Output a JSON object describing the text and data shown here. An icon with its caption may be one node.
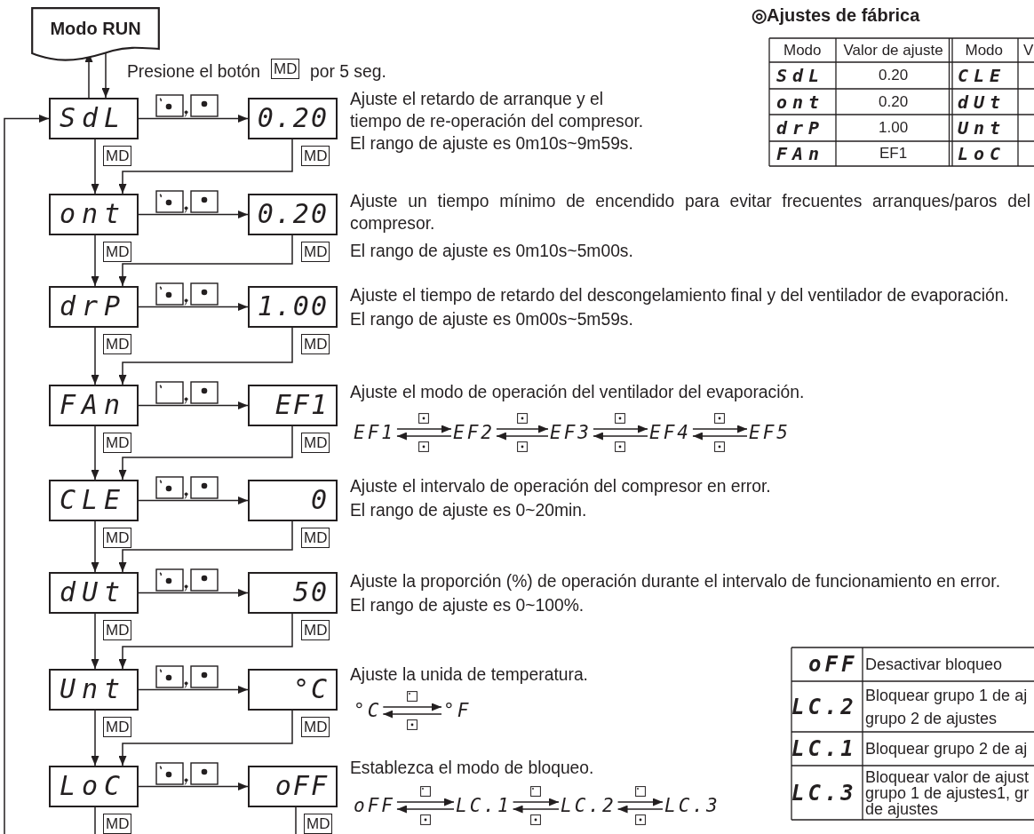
{
  "diagram": {
    "nodes": [
      {
        "text": [
          "Modo RUN"
        ]
      },
      {
        "text": [
          "SdL"
        ]
      },
      {
        "text": [
          "0.20"
        ],
        "beside": [
          "Ajuste el retardo de arranque y el tiempo de re-operación del compresor.",
          "El rango de ajuste es 0m10s~9m59s."
        ]
      },
      {
        "text": [
          "ont"
        ]
      },
      {
        "text": [
          "0.20"
        ],
        "beside": [
          "Ajuste un tiempo mínimo de encendido para evitar frecuentes arranques/paros del compresor.",
          "El rango de ajuste es 0m10s~5m00s."
        ]
      },
      {
        "text": [
          "drP"
        ]
      },
      {
        "text": [
          "1.00"
        ],
        "beside": [
          "Ajuste el tiempo de retardo del descongelamiento final y del ventilador de evaporación.",
          "El rango de ajuste es 0m00s~5m59s."
        ]
      },
      {
        "text": [
          "FAn"
        ]
      },
      {
        "text": [
          "EF1"
        ],
        "beside": [
          "Ajuste el modo de operación del ventilador del evaporación."
        ]
      },
      {
        "text": [
          "CLE"
        ]
      },
      {
        "text": [
          "0"
        ],
        "beside": [
          "Ajuste el intervalo de operación del compresor en error.",
          "El rango de ajuste es 0~20min."
        ]
      },
      {
        "text": [
          "dUt"
        ]
      },
      {
        "text": [
          "50"
        ],
        "beside": [
          "Ajuste la proporción (%) de operación durante el intervalo de funcionamiento en error.",
          "El rango de ajuste es 0~100%."
        ]
      },
      {
        "text": [
          "Unt"
        ]
      },
      {
        "text": [
          "°C"
        ],
        "beside": [
          "Ajuste la unida de temperatura."
        ]
      },
      {
        "text": [
          "LoC"
        ]
      },
      {
        "text": [
          "oFF"
        ],
        "beside": [
          "Establezca el modo de bloqueo."
        ]
      },
      {
        "text": [
          "EF1"
        ]
      },
      {
        "text": [
          "EF2"
        ]
      },
      {
        "text": [
          "EF3"
        ]
      },
      {
        "text": [
          "EF4"
        ]
      },
      {
        "text": [
          "EF5"
        ]
      },
      {
        "text": [
          "°C"
        ]
      },
      {
        "text": [
          "°F"
        ]
      },
      {
        "text": [
          "oFF"
        ]
      },
      {
        "text": [
          "LC.1"
        ]
      },
      {
        "text": [
          "LC.2"
        ]
      },
      {
        "text": [
          "LC.3"
        ]
      }
    ],
    "edges": [
      {
        "from": 0,
        "to": 1,
        "arrow": "to"
      },
      {
        "from": 1,
        "to": 0,
        "arrow": "to"
      },
      {
        "from": null,
        "to": 1,
        "arrow": "to"
      },
      {
        "from": 1,
        "to": 2,
        "arrow": "to"
      },
      {
        "from": 1,
        "to": 3,
        "arrow": "to",
        "label": "MD"
      },
      {
        "from": 2,
        "to": 3,
        "arrow": "to",
        "label": "MD"
      },
      {
        "from": 3,
        "to": 4,
        "arrow": "to"
      },
      {
        "from": 3,
        "to": 5,
        "arrow": "to",
        "label": "MD"
      },
      {
        "from": 4,
        "to": 5,
        "arrow": "to",
        "label": "MD"
      },
      {
        "from": 5,
        "to": 6,
        "arrow": "to"
      },
      {
        "from": 5,
        "to": 7,
        "arrow": "to",
        "label": "MD"
      },
      {
        "from": 6,
        "to": 7,
        "arrow": "to",
        "label": "MD"
      },
      {
        "from": 7,
        "to": 8,
        "arrow": "to"
      },
      {
        "from": 7,
        "to": 9,
        "arrow": "to",
        "label": "MD"
      },
      {
        "from": 8,
        "to": 9,
        "arrow": "to",
        "label": "MD"
      },
      {
        "from": 9,
        "to": 10,
        "arrow": "to"
      },
      {
        "from": 9,
        "to": 11,
        "arrow": "to",
        "label": "MD"
      },
      {
        "from": 10,
        "to": 11,
        "arrow": "to",
        "label": "MD"
      },
      {
        "from": 11,
        "to": 12,
        "arrow": "to"
      },
      {
        "from": 11,
        "to": 13,
        "arrow": "to",
        "label": "MD"
      },
      {
        "from": 12,
        "to": 13,
        "arrow": "to",
        "label": "MD"
      },
      {
        "from": 13,
        "to": 14,
        "arrow": "to"
      },
      {
        "from": 13,
        "to": 15,
        "arrow": "to",
        "label": "MD"
      },
      {
        "from": 14,
        "to": 15,
        "arrow": "to",
        "label": "MD"
      },
      {
        "from": 15,
        "to": 16,
        "arrow": "to"
      },
      {
        "from": 15,
        "to": null,
        "arrow": "none",
        "label": "MD"
      },
      {
        "from": 16,
        "to": null,
        "arrow": "none",
        "label": "MD"
      },
      {
        "from": 17,
        "to": 18,
        "arrow": "to"
      },
      {
        "from": 18,
        "to": 17,
        "arrow": "to"
      },
      {
        "from": 18,
        "to": 19,
        "arrow": "to"
      },
      {
        "from": 19,
        "to": 18,
        "arrow": "to"
      },
      {
        "from": 19,
        "to": 20,
        "arrow": "to"
      },
      {
        "from": 20,
        "to": 19,
        "arrow": "to"
      },
      {
        "from": 20,
        "to": 21,
        "arrow": "to"
      },
      {
        "from": 21,
        "to": 20,
        "arrow": "to"
      },
      {
        "from": 22,
        "to": 23,
        "arrow": "to"
      },
      {
        "from": 23,
        "to": 22,
        "arrow": "to"
      },
      {
        "from": 24,
        "to": 25,
        "arrow": "to"
      },
      {
        "from": 25,
        "to": 24,
        "arrow": "to"
      },
      {
        "from": 25,
        "to": 26,
        "arrow": "to"
      },
      {
        "from": 26,
        "to": 25,
        "arrow": "to"
      },
      {
        "from": 26,
        "to": 27,
        "arrow": "to"
      },
      {
        "from": 27,
        "to": 26,
        "arrow": "to"
      }
    ],
    "labels": [
      "◎Ajustes de fábrica",
      "Presione el botón",
      "MD",
      "por 5 seg.",
      "Modo",
      "Valor de ajuste",
      "Modo",
      "V",
      "SdL",
      "0.20",
      "CLE",
      "ont",
      "0.20",
      "dUt",
      "drP",
      "1.00",
      "Unt",
      "FAn",
      "EF1",
      "LoC",
      "oFF",
      "Desactivar bloqueo",
      "LC.2",
      "Bloquear grupo 1 de aj grupo 2 de ajustes",
      "LC.1",
      "Bloquear grupo 2 de aj",
      "LC.3",
      "Bloquear valor de ajust grupo 1 de ajustes1, gr de ajustes"
    ]
  }
}
